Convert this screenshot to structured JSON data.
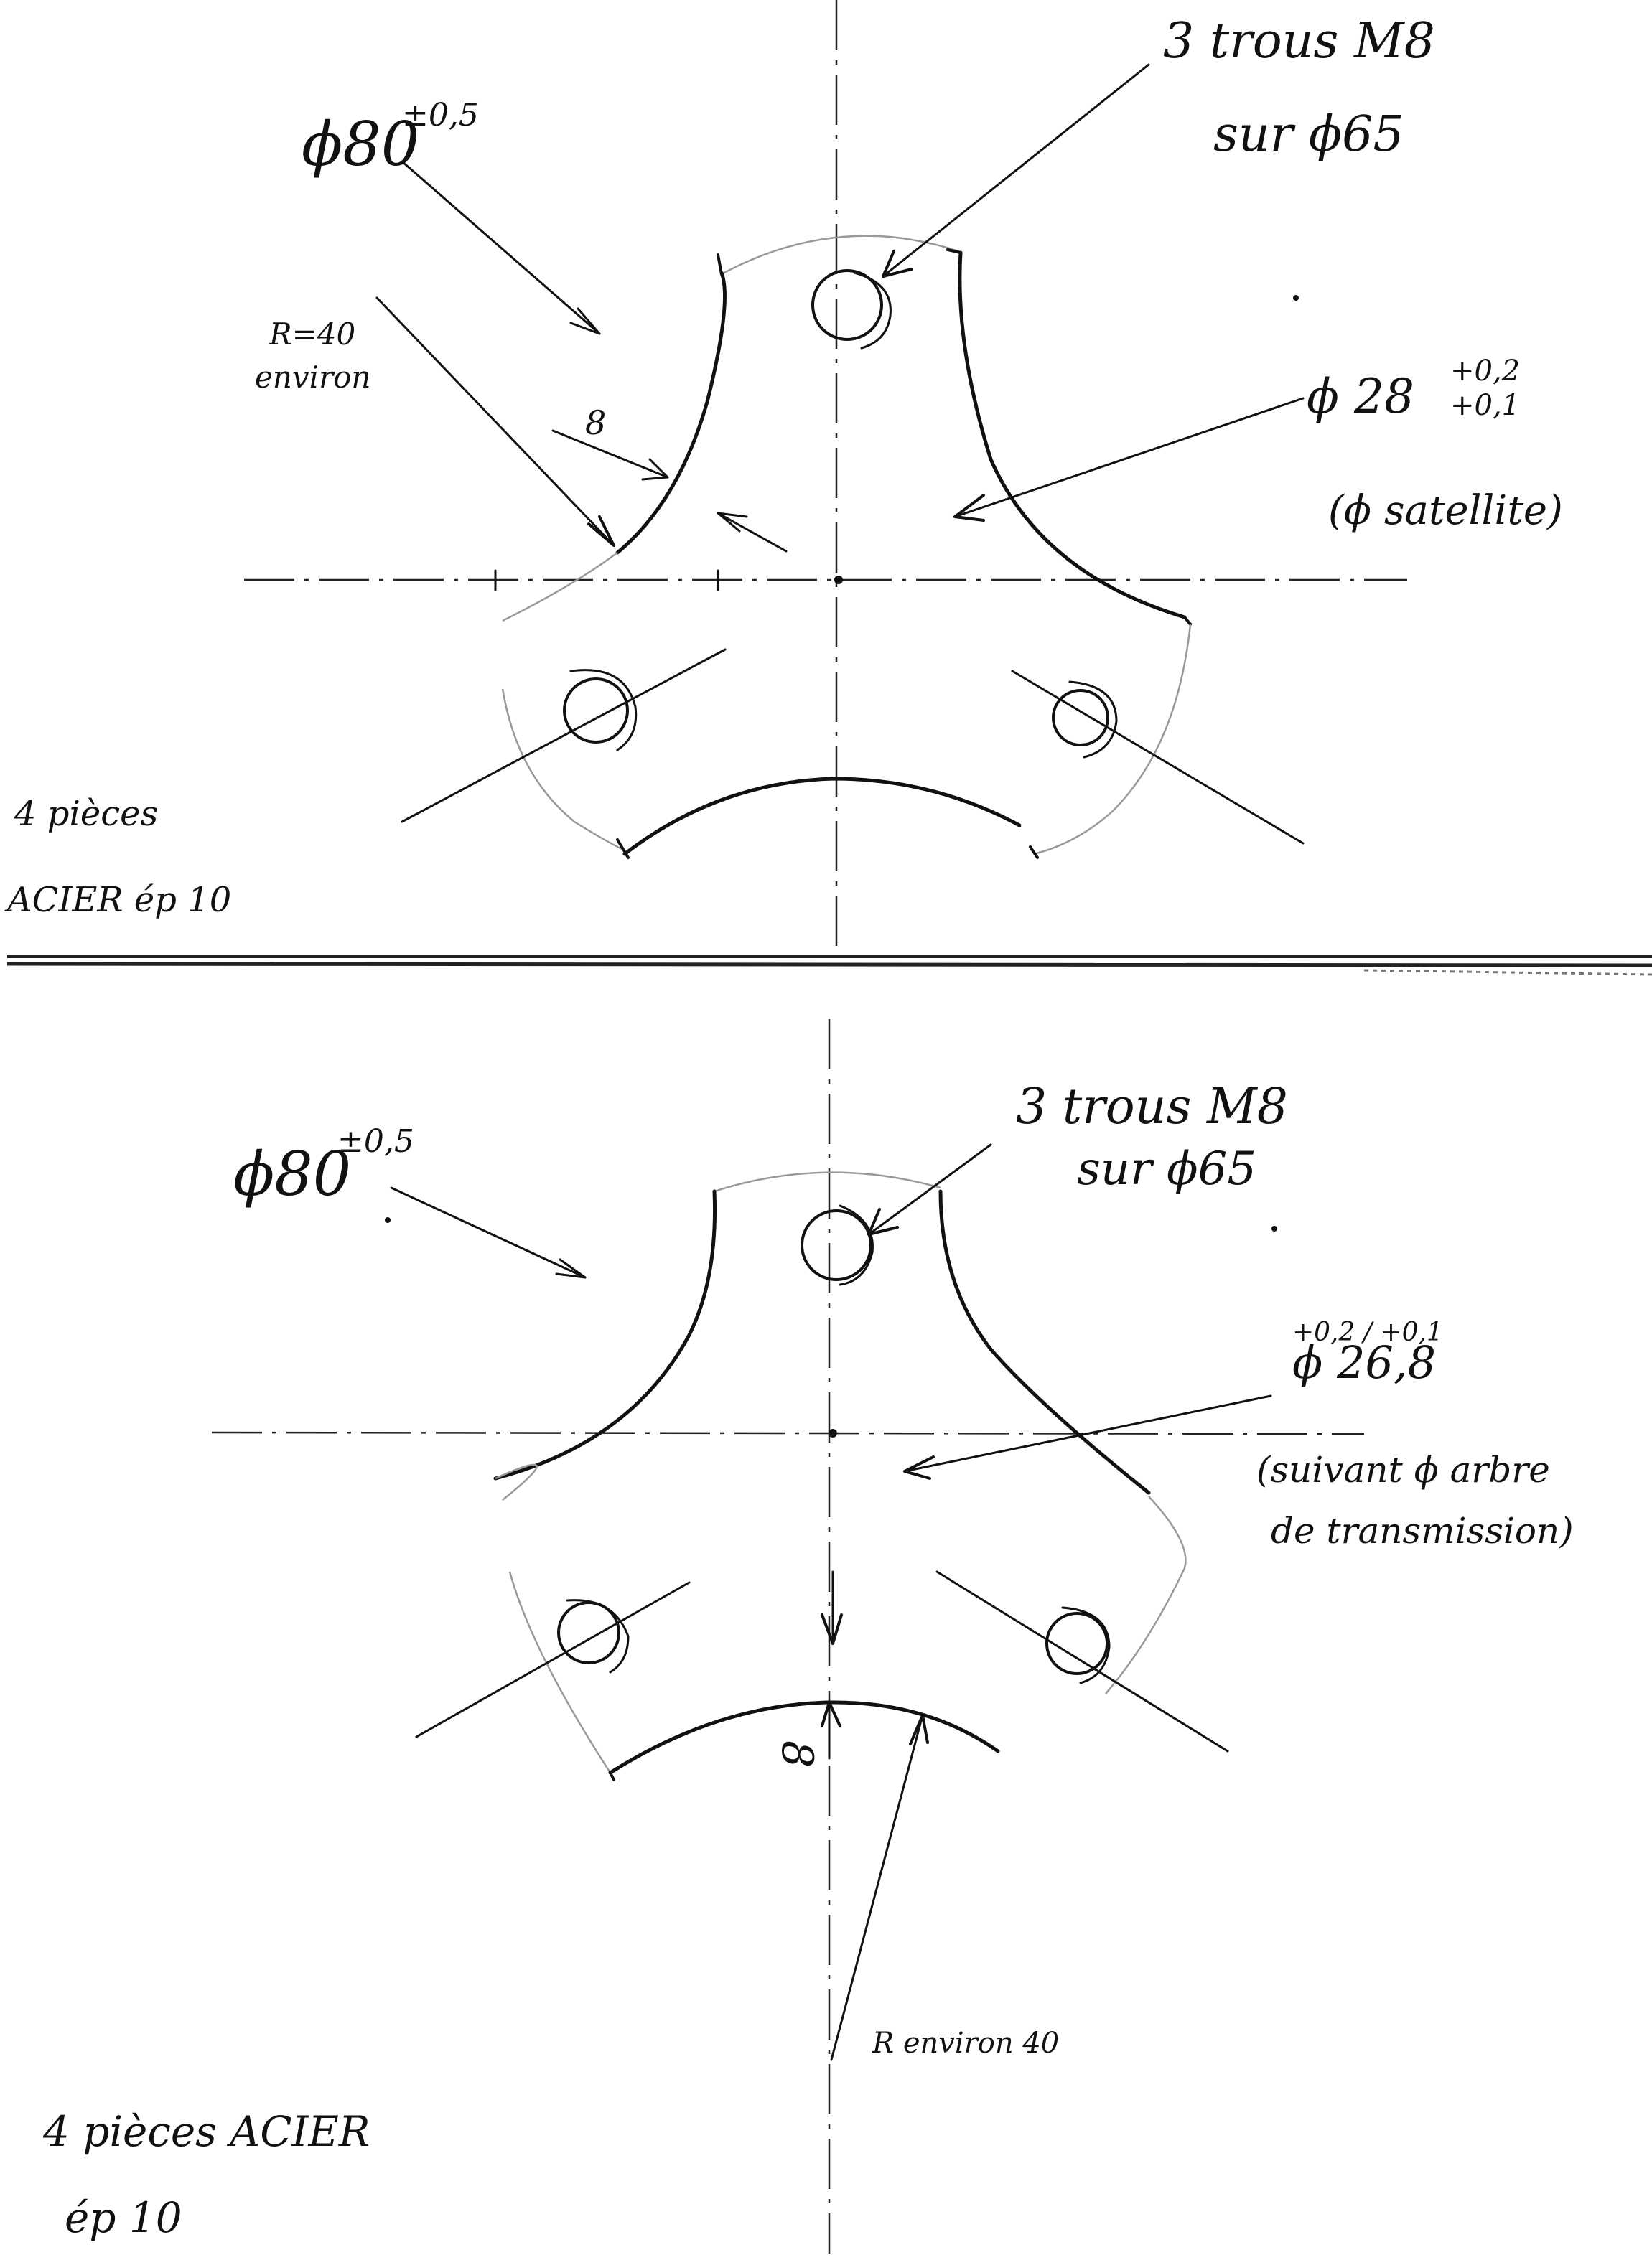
{
  "drawing_top": {
    "dia_outer": "ϕ80",
    "dia_outer_tol": "±0,5",
    "holes_line1": "3 trous M8",
    "holes_line2": "sur ϕ65",
    "radius_line1": "R=40",
    "radius_line2": "environ",
    "web_dim": "8",
    "bore_dia": "ϕ 28",
    "bore_tol_upper": "+0,2",
    "bore_tol_lower": "+0,1",
    "bore_note": "(ϕ satellite)",
    "qty": "4 pièces",
    "material": "ACIER   ép 10"
  },
  "drawing_bottom": {
    "dia_outer": "ϕ80",
    "dia_outer_tol": "±0,5",
    "holes_line1": "3 trous M8",
    "holes_line2": "sur ϕ65",
    "bore_dia": "ϕ 26,8",
    "bore_tol": "+0,2 / +0,1",
    "bore_note_line1": "(suivant ϕ arbre",
    "bore_note_line2": "de transmission)",
    "web_dim": "8",
    "radius_note": "R environ 40",
    "qty_material": "4 pièces  ACIER",
    "thickness": "ép 10"
  }
}
